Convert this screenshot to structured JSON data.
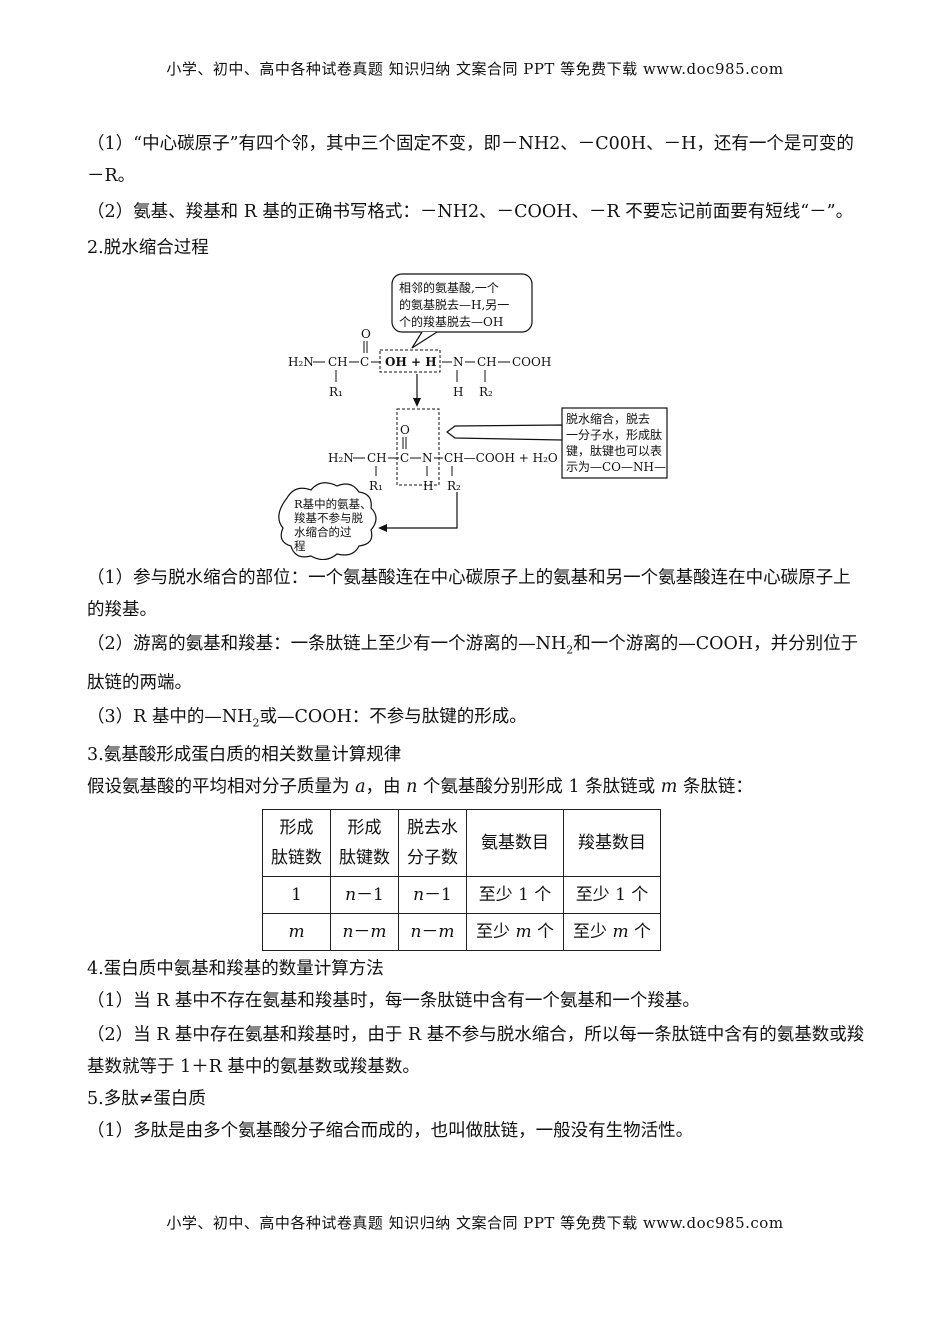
{
  "header": {
    "text": "小学、初中、高中各种试卷真题 知识归纳 文案合同 PPT 等免费下载   www.doc985.com"
  },
  "footer": {
    "text": "小学、初中、高中各种试卷真题 知识归纳 文案合同 PPT 等免费下载   www.doc985.com"
  },
  "paragraphs": {
    "p1": "（1）“中心碳原子”有四个邻，其中三个固定不变，即－NH2、－C00H、－H，还有一个是可变的－R。",
    "p2": "（2）氨基、羧基和 R 基的正确书写格式：－NH2、－COOH、－R 不要忘记前面要有短线“－”。",
    "h2": "2.脱水缩合过程",
    "p3": "（1）参与脱水缩合的部位：一个氨基酸连在中心碳原子上的氨基和另一个氨基酸连在中心碳原子上的羧基。",
    "p4a": "（2）游离的氨基和羧基：一条肽链上至少有一个游离的—NH",
    "p4b": "2",
    "p4c": "和一个游离的—COOH，并分别位于肽链的两端。",
    "p5a": "（3）R 基中的—NH",
    "p5b": "2",
    "p5c": "或—COOH：不参与肽键的形成。",
    "h3": "3.氨基酸形成蛋白质的相关数量计算规律",
    "p6a": "假设氨基酸的平均相对分子质量为 ",
    "p6b": "a",
    "p6c": "，由 ",
    "p6d": "n",
    "p6e": " 个氨基酸分别形成 1 条肽链或 ",
    "p6f": "m",
    "p6g": " 条肽链：",
    "h4": "4.蛋白质中氨基和羧基的数量计算方法",
    "p7": "（1）当 R 基中不存在氨基和羧基时，每一条肽链中含有一个氨基和一个羧基。",
    "p8": "（2）当 R 基中存在氨基和羧基时，由于 R 基不参与脱水缩合，所以每一条肽链中含有的氨基数或羧基数就等于 1＋R 基中的氨基数或羧基数。",
    "h5": "5.多肽≠蛋白质",
    "p9": "（1）多肽是由多个氨基酸分子缩合而成的，也叫做肽链，一般没有生物活性。"
  },
  "diagram": {
    "bubble_top": [
      "相邻的氨基酸,一个",
      "的氨基脱去—H,另一",
      "个的羧基脱去—OH"
    ],
    "bubble_right": [
      "脱水缩合，脱去",
      "一分子水，形成肽",
      "键，肽键也可以表",
      "示为—CO—NH—"
    ],
    "cloud": [
      "R基中的氨基、",
      "羧基不参与脱",
      "水缩合的过",
      "程"
    ],
    "row1": {
      "h2n": "H₂N",
      "ch": "CH",
      "c": "C",
      "o": "O",
      "ohh": "OH + H",
      "n": "N",
      "ch2": "CH",
      "cooh": "COOH",
      "r1": "R₁",
      "h": "H",
      "r2": "R₂"
    },
    "row2": {
      "h2n": "H₂N",
      "ch": "CH",
      "c": "C",
      "o": "O",
      "n": "N",
      "rest": "CH—COOH + H₂O",
      "r1": "R₁",
      "h": "H",
      "r2": "R₂"
    }
  },
  "table": {
    "headers": [
      [
        "形成",
        "肽链数"
      ],
      [
        "形成",
        "肽键数"
      ],
      [
        "脱去水",
        "分子数"
      ],
      [
        "氨基数目"
      ],
      [
        "羧基数目"
      ]
    ],
    "rows": [
      {
        "c1": "1",
        "c2a": "n",
        "c2b": "－1",
        "c3a": "n",
        "c3b": "－1",
        "c4a": "至少 1 个",
        "c5a": "至少 1 个"
      },
      {
        "c1": "m",
        "c2a": "n",
        "c2b": "－",
        "c2c": "m",
        "c3a": "n",
        "c3b": "－",
        "c3c": "m",
        "c4a": "至少 ",
        "c4b": "m",
        "c4c": " 个",
        "c5a": "至少 ",
        "c5b": "m",
        "c5c": " 个"
      }
    ]
  }
}
